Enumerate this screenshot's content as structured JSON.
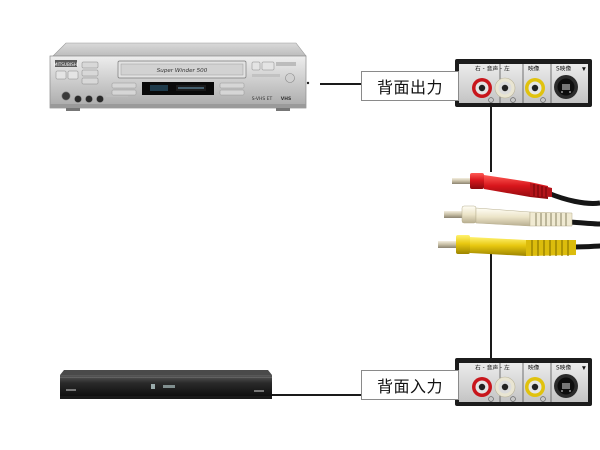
{
  "labels": {
    "rear_output": "背面出力",
    "rear_input": "背面入力"
  },
  "panel_labels": {
    "audio": "右 - 音声 - 左",
    "video": "映像",
    "s_video": "S映像",
    "s_arrow": "▼"
  },
  "vcr": {
    "brand": "MITSUBISHI",
    "model_text": "Super Winder 500",
    "badge_1": "S-VHS ET",
    "badge_2": "VHS"
  },
  "colors": {
    "cable_red": "#d8161c",
    "cable_white": "#ece4c8",
    "cable_yellow": "#e8c810",
    "jack_red": "#c8161c",
    "jack_white": "#e9e5d2",
    "jack_yellow": "#e0c20e"
  }
}
